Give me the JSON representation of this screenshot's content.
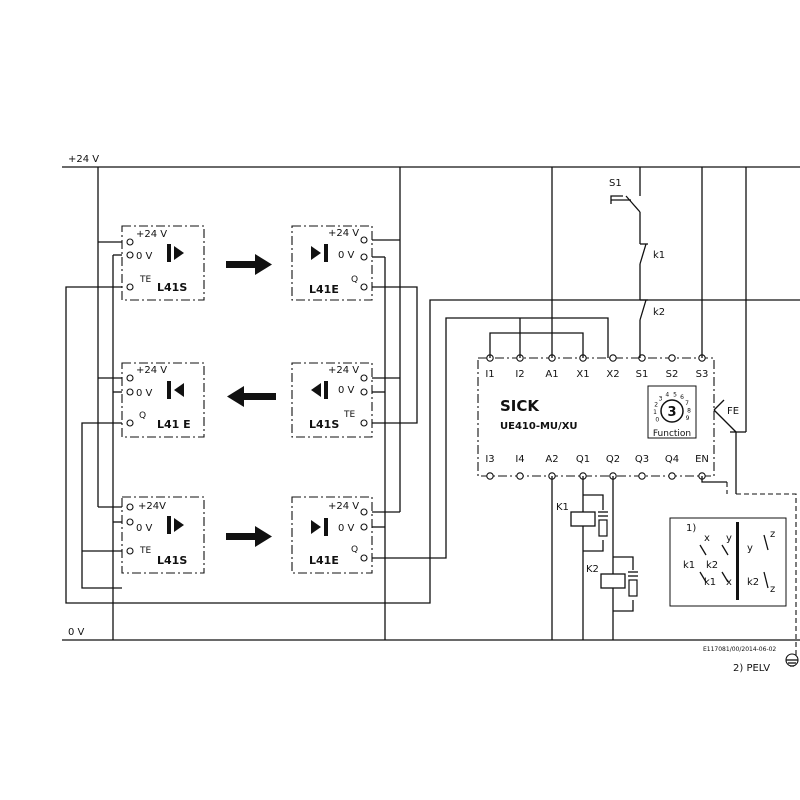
{
  "rails": {
    "top_label": "+24 V",
    "bottom_label": "0 V"
  },
  "devices": {
    "r1_left": {
      "v_label": "+24 V",
      "gnd_label": "0 V",
      "io_label": "TE",
      "name": "L41S"
    },
    "r1_right": {
      "v_label": "+24 V",
      "gnd_label": "0 V",
      "io_label": "Q",
      "name": "L41E"
    },
    "r2_left": {
      "v_label": "+24 V",
      "gnd_label": "0 V",
      "io_label": "Q",
      "name": "L41 E"
    },
    "r2_right": {
      "v_label": "+24 V",
      "gnd_label": "0 V",
      "io_label": "TE",
      "name": "L41S"
    },
    "r3_left": {
      "v_label": "+24V",
      "gnd_label": "0 V",
      "io_label": "TE",
      "name": "L41S"
    },
    "r3_right": {
      "v_label": "+24 V",
      "gnd_label": "0 V",
      "io_label": "Q",
      "name": "L41E"
    }
  },
  "controller": {
    "brand": "SICK",
    "model": "UE410-MU/XU",
    "top_terminals": [
      "I1",
      "I2",
      "A1",
      "X1",
      "X2",
      "S1",
      "S2",
      "S3"
    ],
    "bottom_terminals": [
      "I3",
      "I4",
      "A2",
      "Q1",
      "Q2",
      "Q3",
      "Q4",
      "EN"
    ],
    "dial_value": "3",
    "dial_label": "Function",
    "dial_numbers": [
      "0",
      "1",
      "2",
      "3",
      "4",
      "5",
      "6",
      "7",
      "8",
      "9"
    ],
    "fe_label": "FE"
  },
  "switches": {
    "s1": "S1",
    "k1": "k1",
    "k2": "k2"
  },
  "relays": {
    "k1": "K1",
    "k2": "K2"
  },
  "note_box": {
    "number": "1)",
    "labels": [
      "x",
      "y",
      "z",
      "k1",
      "k2",
      "x",
      "y",
      "k1",
      "k2",
      "z"
    ]
  },
  "footer": {
    "doc_id": "E117081/00/2014-06-02",
    "pelv": "2) PELV"
  }
}
